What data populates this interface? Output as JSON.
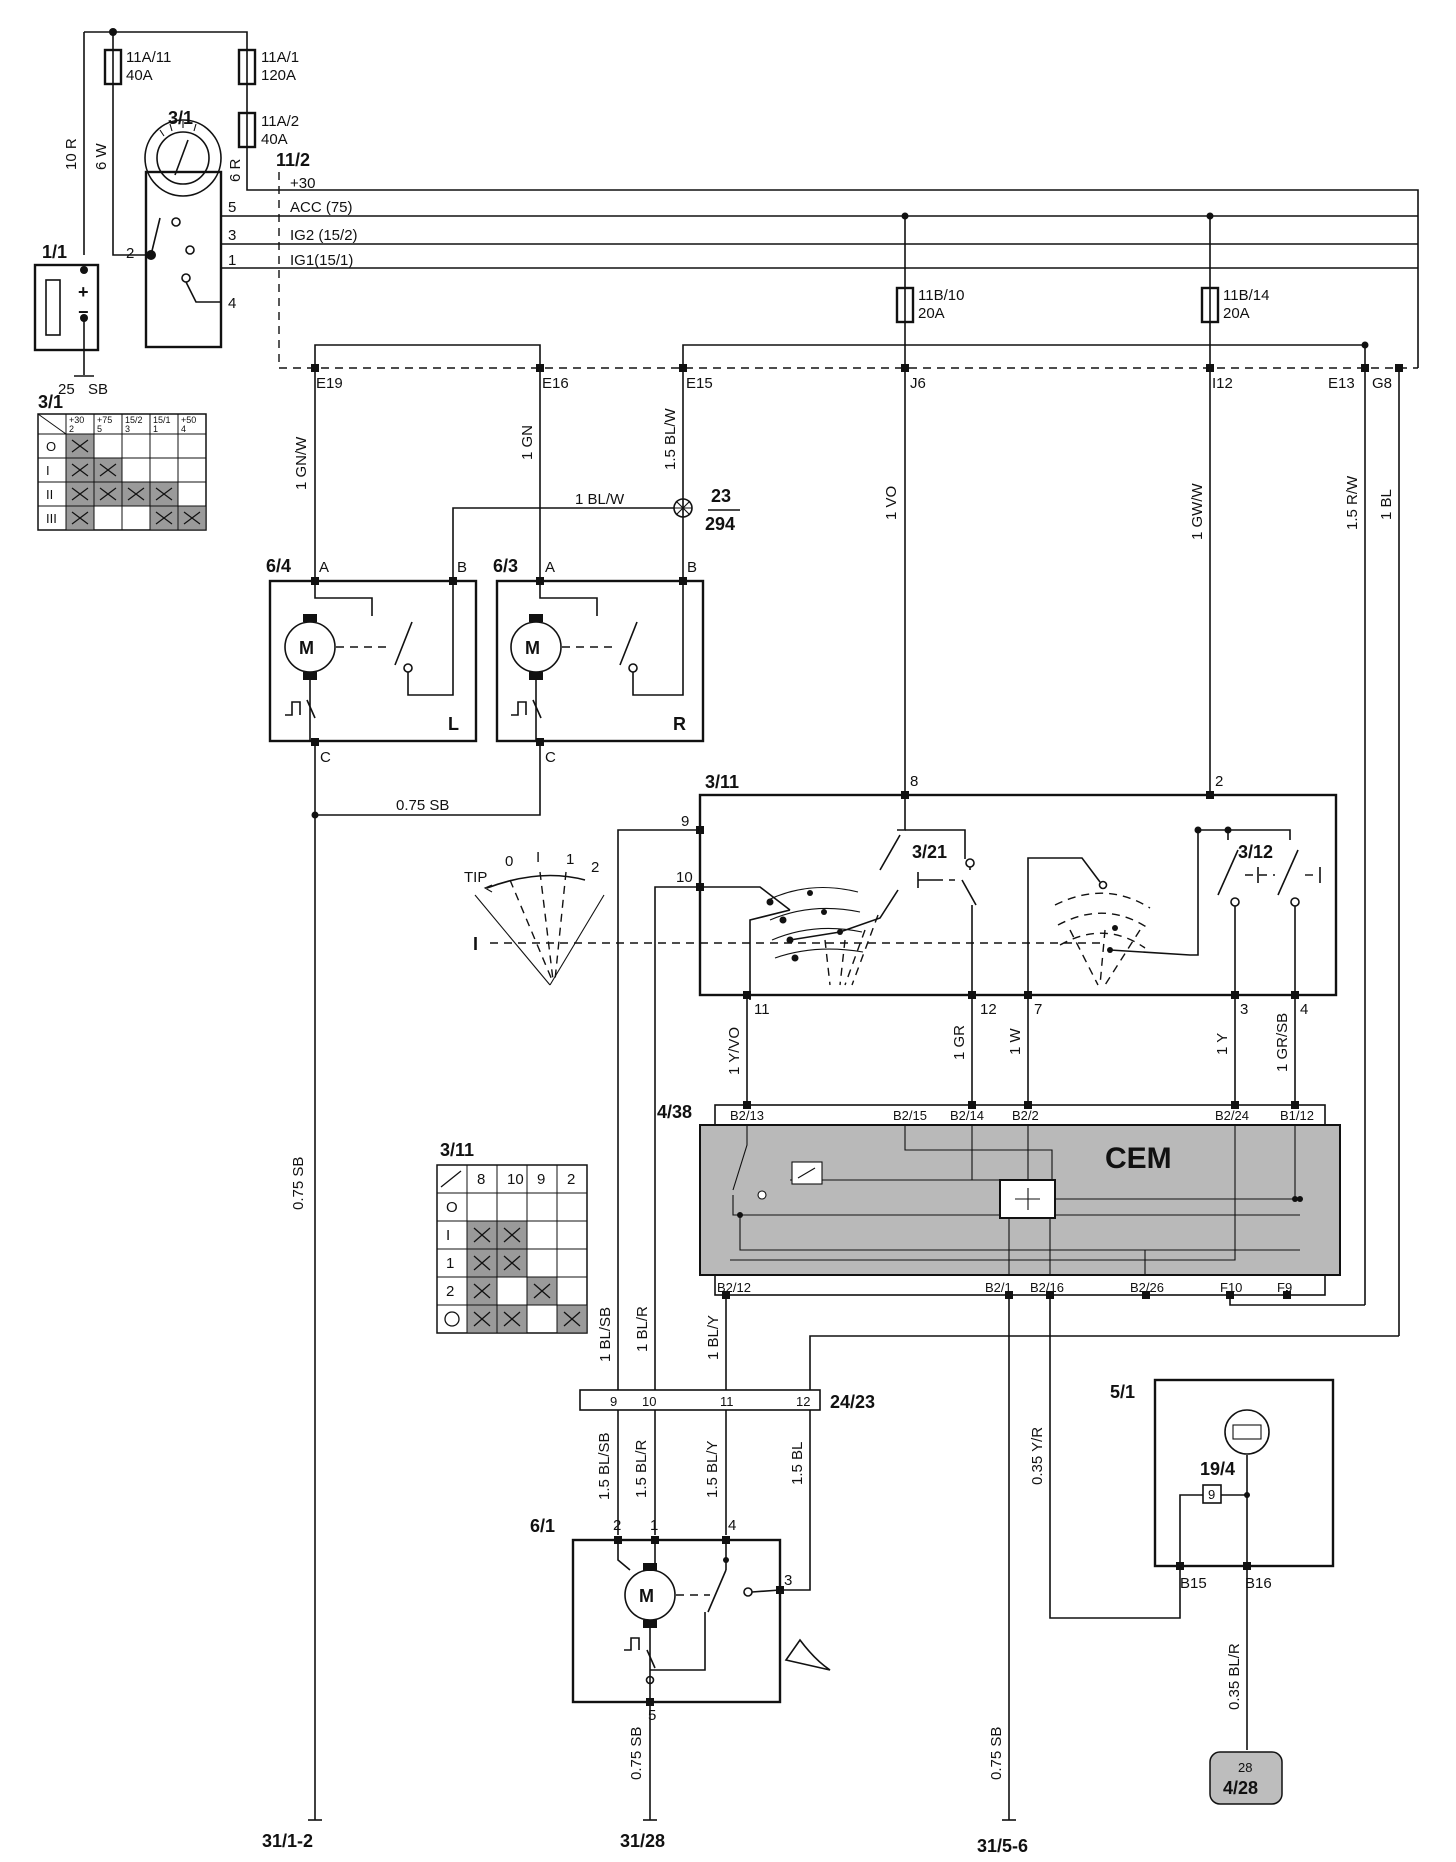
{
  "fuses": {
    "f11a11": {
      "id": "11A/11",
      "rating": "40A"
    },
    "f11a1": {
      "id": "11A/1",
      "rating": "120A"
    },
    "f11a2": {
      "id": "11A/2",
      "rating": "40A"
    },
    "f11b10": {
      "id": "11B/10",
      "rating": "20A"
    },
    "f11b14": {
      "id": "11B/14",
      "rating": "20A"
    }
  },
  "components": {
    "battery": "1/1",
    "ignition_switch": "3/1",
    "supply_rail": "11/2",
    "motor_left": "6/4",
    "motor_right": "6/3",
    "motor_left_tag": "L",
    "motor_right_tag": "R",
    "stalk_switch": "3/11",
    "switch_321": "3/21",
    "switch_312": "3/12",
    "cem_id": "4/38",
    "cem_name": "CEM",
    "rear_motor": "6/1",
    "connector_2423": "24/23",
    "instrument": "5/1",
    "instrument_sub": "19/4",
    "instrument_pin": "9",
    "ground_ref": {
      "top": "23",
      "bottom": "294"
    },
    "ref_428": {
      "top": "28",
      "bottom": "4/28"
    },
    "motor_symbol": "M",
    "tip_label": "TIP"
  },
  "rails": {
    "r30": "+30",
    "acc": "ACC (75)",
    "ig2": "IG2 (15/2)",
    "ig1": "IG1(15/1)",
    "pin5": "5",
    "pin3": "3",
    "pin1": "1",
    "pin4": "4",
    "pin2": "2"
  },
  "battery_wires": {
    "w10r": "10 R",
    "w6w": "6 W",
    "w6r": "6 R",
    "w25sb": "25",
    "sb": "SB"
  },
  "connectors": {
    "e19": "E19",
    "e16": "E16",
    "e15": "E15",
    "j6": "J6",
    "i12": "I12",
    "e13": "E13",
    "g8": "G8",
    "mA": "A",
    "mB": "B",
    "mC": "C"
  },
  "wires": {
    "gnw": "1 GN/W",
    "gn": "1 GN",
    "blw15": "1.5 BL/W",
    "blw": "1 BL/W",
    "vo": "1 VO",
    "gww": "1 GW/W",
    "rw15": "1.5 R/W",
    "bl": "1 BL",
    "sb075": "0.75 SB",
    "yvo": "1 Y/VO",
    "gr": "1 GR",
    "w": "1 W",
    "y": "1 Y",
    "grsb": "1 GR/SB",
    "blsb": "1 BL/SB",
    "blr": "1 BL/R",
    "bly": "1 BL/Y",
    "blsb15": "1.5 BL/SB",
    "blr15": "1.5 BL/R",
    "bly15": "1.5 BL/Y",
    "bl15": "1.5 BL",
    "yr035": "0.35 Y/R",
    "blr035": "0.35 BL/R"
  },
  "stalk_pins": {
    "p8": "8",
    "p2": "2",
    "p9": "9",
    "p10": "10",
    "p11": "11",
    "p12": "12",
    "p7": "7",
    "p3": "3",
    "p4": "4"
  },
  "stalk_positions": {
    "zero": "0",
    "tip_one": "I",
    "one": "1",
    "two": "2",
    "off_mark": "I"
  },
  "cem_pins": {
    "b213": "B2/13",
    "b215": "B2/15",
    "b214": "B2/14",
    "b22": "B2/2",
    "b224": "B2/24",
    "b112": "B1/12",
    "b212": "B2/12",
    "b21": "B2/1",
    "b216": "B2/16",
    "b226": "B2/26",
    "f10": "F10",
    "f9": "F9"
  },
  "connector_2423_pins": [
    "9",
    "10",
    "11",
    "12"
  ],
  "rear_motor_pins": {
    "p2": "2",
    "p1": "1",
    "p4": "4",
    "p3": "3",
    "p5": "5"
  },
  "instrument_pins": {
    "b15": "B15",
    "b16": "B16"
  },
  "grounds": {
    "g1": "31/1-2",
    "g2": "31/28",
    "g3": "31/5-6"
  },
  "ignition_table": {
    "headers": [
      "+30\n2",
      "+75\n5",
      "15/2\n3",
      "15/1\n1",
      "+50\n4"
    ],
    "rows": [
      "O",
      "I",
      "II",
      "III"
    ]
  },
  "stalk_table": {
    "headers": [
      "8",
      "10",
      "9",
      "2"
    ],
    "rows": [
      "O",
      "I",
      "1",
      "2",
      ""
    ]
  }
}
